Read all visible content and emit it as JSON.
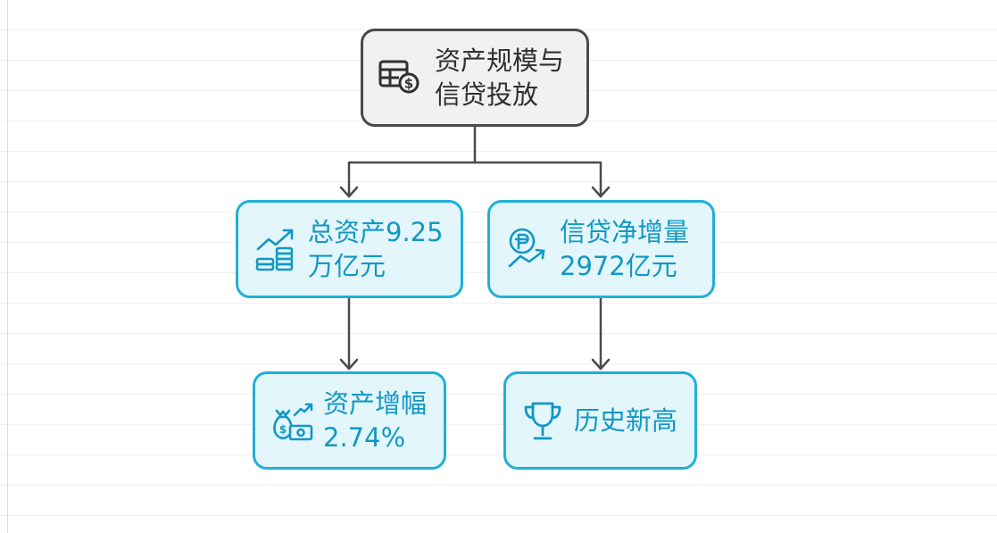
{
  "diagram": {
    "root": {
      "line1": "资产规模与",
      "line2": "信贷投放",
      "icon": "table-dollar-icon"
    },
    "total_assets": {
      "line1": "总资产9.25",
      "line2": "万亿元",
      "icon": "growth-coins-icon"
    },
    "credit_increase": {
      "line1": "信贷净增量",
      "line2": "2972亿元",
      "icon": "coin-trend-icon"
    },
    "asset_growth": {
      "line1": "资产增幅",
      "line2": "2.74%",
      "icon": "money-bag-growth-icon"
    },
    "record_high": {
      "line1": "历史新高",
      "icon": "trophy-icon"
    },
    "colors": {
      "root_border": "#4a4a4a",
      "root_fill": "#f1f1f1",
      "node_border": "#1eb0d8",
      "node_fill": "#e3f6fb",
      "node_text": "#1298c4",
      "connector": "#4a4a4a"
    }
  }
}
